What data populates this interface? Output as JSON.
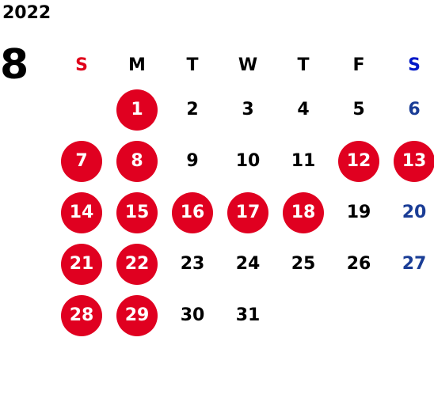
{
  "year": "2022",
  "month": "8",
  "weekdays": [
    "S",
    "M",
    "T",
    "W",
    "T",
    "F",
    "S"
  ],
  "colors": {
    "holiday": "#e00020",
    "sunday_label": "#e0001a",
    "saturday_label": "#0018c8",
    "saturday_day": "#1a3d96"
  },
  "weeks": [
    [
      "",
      "1",
      "2",
      "3",
      "4",
      "5",
      "6"
    ],
    [
      "7",
      "8",
      "9",
      "10",
      "11",
      "12",
      "13"
    ],
    [
      "14",
      "15",
      "16",
      "17",
      "18",
      "19",
      "20"
    ],
    [
      "21",
      "22",
      "23",
      "24",
      "25",
      "26",
      "27"
    ],
    [
      "28",
      "29",
      "30",
      "31",
      "",
      "",
      ""
    ]
  ],
  "holidays": [
    "1",
    "7",
    "8",
    "12",
    "13",
    "14",
    "15",
    "16",
    "17",
    "18",
    "21",
    "22",
    "28",
    "29"
  ]
}
